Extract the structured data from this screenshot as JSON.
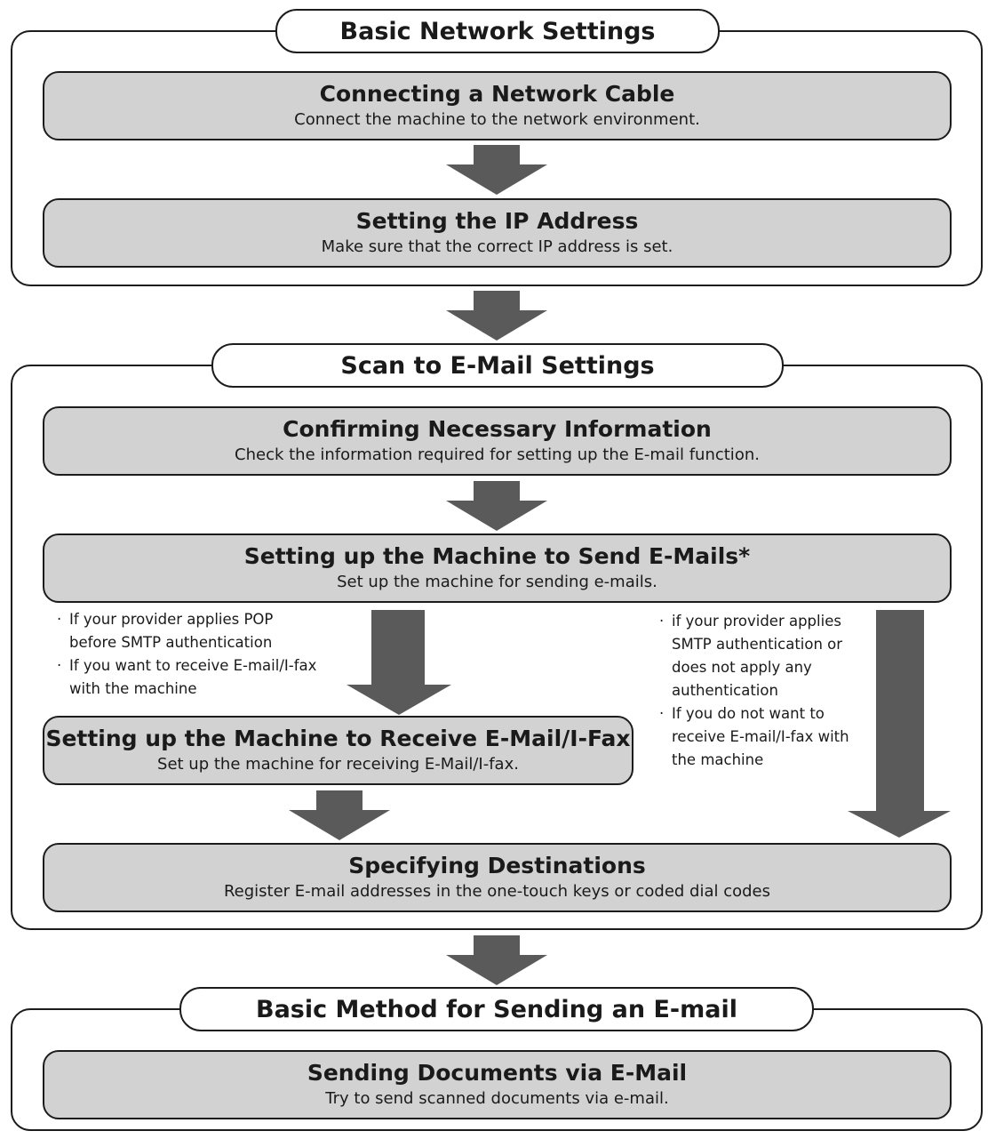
{
  "sections": {
    "basic_network": {
      "title": "Basic Network Settings",
      "steps": {
        "network_cable": {
          "title": "Connecting a Network Cable",
          "desc": "Connect the machine to the network environment."
        },
        "ip_address": {
          "title": "Setting the IP Address",
          "desc": "Make sure that the correct IP address is set."
        }
      }
    },
    "scan_to_email": {
      "title": "Scan to E-Mail Settings",
      "steps": {
        "confirming_info": {
          "title": "Confirming Necessary Information",
          "desc": "Check the information required for setting up the E-mail function."
        },
        "send_emails": {
          "title": "Setting up the Machine to Send E-Mails*",
          "desc": "Set up the machine for sending e-mails."
        },
        "receive_email": {
          "title": "Setting up the Machine to Receive E-Mail/I-Fax",
          "desc": "Set up the machine for receiving E-Mail/I-fax."
        },
        "destinations": {
          "title": "Specifying Destinations",
          "desc": "Register E-mail addresses in the one-touch keys or coded dial codes"
        }
      },
      "left_notes": [
        {
          "l1": "If your provider applies POP",
          "l2": "before SMTP authentication"
        },
        {
          "l1": "If you want to receive E-mail/I-fax",
          "l2": "with the machine"
        }
      ],
      "right_notes": [
        {
          "l1": "if your provider applies",
          "l2": "SMTP authentication or",
          "l3": "does not apply any",
          "l4": "authentication"
        },
        {
          "l1": "If you do not want to",
          "l2": "receive E-mail/I-fax with",
          "l3": "the machine"
        }
      ]
    },
    "basic_method": {
      "title": "Basic Method for Sending an E-mail",
      "steps": {
        "sending_docs": {
          "title": "Sending Documents via E-Mail",
          "desc": "Try to send scanned documents via e-mail."
        }
      }
    }
  },
  "colors": {
    "step_fill": "#d2d2d2",
    "arrow_fill": "#5a5a5a",
    "border": "#1c1c1c"
  }
}
